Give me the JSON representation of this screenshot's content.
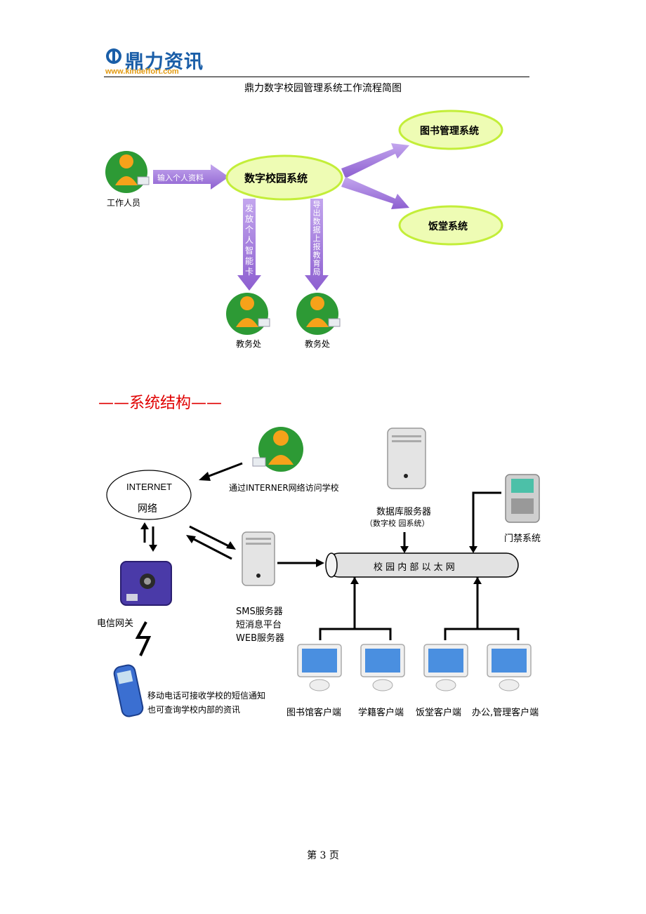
{
  "header": {
    "logo_name": "鼎力资讯",
    "logo_url": "www.kindeffort.com"
  },
  "flow": {
    "title": "鼎力数字校园管理系统工作流程简图",
    "center": "数字校园系统",
    "library": "图书管理系统",
    "canteen": "饭堂系统",
    "worker": "工作人员",
    "input_arrow": "输入个人资料",
    "down_left": "发放个人智能卡",
    "down_right": "导出数据上报教育局",
    "office_left": "教务处",
    "office_right": "教务处"
  },
  "structure": {
    "heading": "——系统结构——",
    "internet": "INTERNET",
    "network": "网络",
    "remote_access": "通过INTERNER网络访问学校",
    "db_server": "数据库服务器",
    "db_sub": "（数字校  园系统）",
    "door": "门禁系统",
    "ethernet": "校 园 内 部 以 太 网",
    "gateway": "电信网关",
    "sms1": "SMS服务器",
    "sms2": "短消息平台",
    "sms3": "WEB服务器",
    "mobile1": "移动电话可接收学校的短信通知",
    "mobile2": "也可查询学校内部的资讯",
    "clients": [
      "图书馆客户端",
      "学籍客户端",
      "饭堂客户端",
      "办公,管理客户端"
    ]
  },
  "footer": {
    "page": "第 3 页"
  },
  "colors": {
    "ellipse_fill": "#eefcb4",
    "ellipse_stroke": "#c3ee39",
    "arrow_purple": "#a07ad6",
    "heading_red": "#e00000",
    "logo_blue": "#1a5ea8",
    "logo_orange": "#e39a10"
  }
}
